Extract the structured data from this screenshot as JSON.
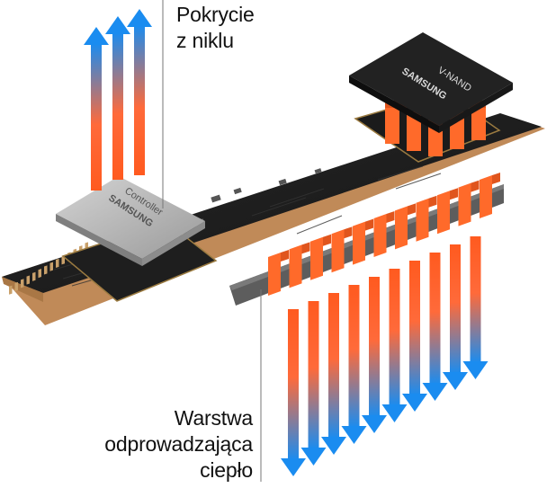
{
  "labels": {
    "nickel_coating": [
      "Pokrycie",
      "z niklu"
    ],
    "heat_layer": [
      "Warstwa",
      "odprowadzająca",
      "ciepło"
    ]
  },
  "chips": {
    "controller": {
      "brand": "SAMSUNG",
      "name": "Controller"
    },
    "nand": {
      "brand": "SAMSUNG",
      "name": "V-NAND"
    }
  },
  "colors": {
    "arrow_hot": "#ff5a1f",
    "arrow_cold": "#1a8cf0",
    "pcb": "#1c1c1c",
    "heat_spreader": "#ff6a2a",
    "nickel": "#b9b9b9",
    "gold_contacts": "#c9a06a"
  }
}
